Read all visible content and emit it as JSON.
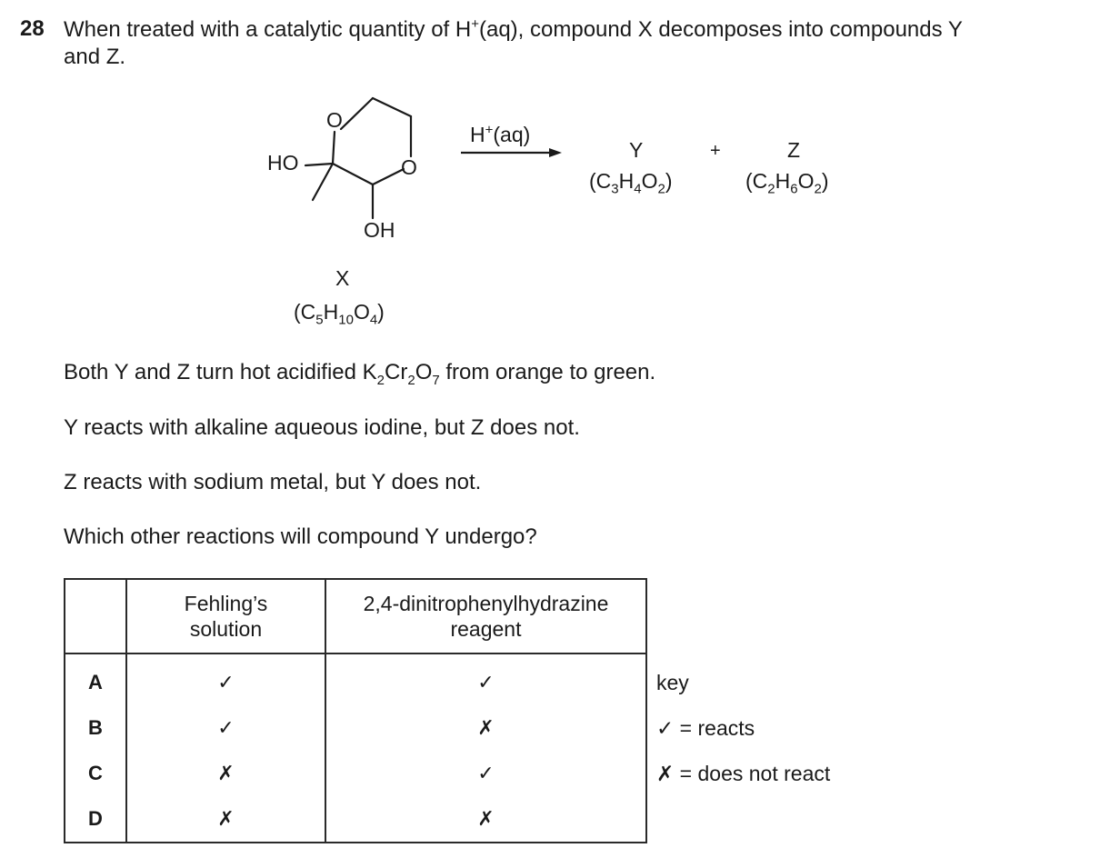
{
  "question": {
    "number": "28",
    "stem_part1": "When treated with a catalytic quantity of H",
    "stem_sup": "+",
    "stem_part2": "(aq), compound X decomposes into compounds Y",
    "stem_line2": "and Z."
  },
  "scheme": {
    "ring_o_top": "O",
    "ring_o_right": "O",
    "substituent_ho": "HO",
    "substituent_oh": "OH",
    "reagent_base": "H",
    "reagent_sup": "+",
    "reagent_tail": "(aq)",
    "plus": "+",
    "x_label": "X",
    "x_formula": {
      "a": "(C",
      "b": "5",
      "c": "H",
      "d": "10",
      "e": "O",
      "f": "4",
      "g": ")"
    },
    "y_label": "Y",
    "y_formula": {
      "a": "(C",
      "b": "3",
      "c": "H",
      "d": "4",
      "e": "O",
      "f": "2",
      "g": ")"
    },
    "z_label": "Z",
    "z_formula": {
      "a": "(C",
      "b": "2",
      "c": "H",
      "d": "6",
      "e": "O",
      "f": "2",
      "g": ")"
    }
  },
  "statements": {
    "s1": {
      "a": "Both Y and Z turn hot acidified K",
      "b": "2",
      "c": "Cr",
      "d": "2",
      "e": "O",
      "f": "7",
      "g": " from orange to green."
    },
    "s2": "Y reacts with alkaline aqueous iodine, but Z does not.",
    "s3": "Z reacts with sodium metal, but Y does not.",
    "s4": "Which other reactions will compound Y undergo?"
  },
  "table": {
    "header": {
      "col1_line1": "Fehling’s",
      "col1_line2": "solution",
      "col2_line1": "2,4-dinitrophenylhydrazine",
      "col2_line2": "reagent"
    },
    "rows": [
      {
        "letter": "A",
        "c1": "✓",
        "c2": "✓"
      },
      {
        "letter": "B",
        "c1": "✓",
        "c2": "✗"
      },
      {
        "letter": "C",
        "c1": "✗",
        "c2": "✓"
      },
      {
        "letter": "D",
        "c1": "✗",
        "c2": "✗"
      }
    ]
  },
  "key": {
    "title": "key",
    "reacts_symbol": "✓",
    "reacts_text": " = reacts",
    "notreact_symbol": "✗",
    "notreact_text": " = does not react"
  }
}
